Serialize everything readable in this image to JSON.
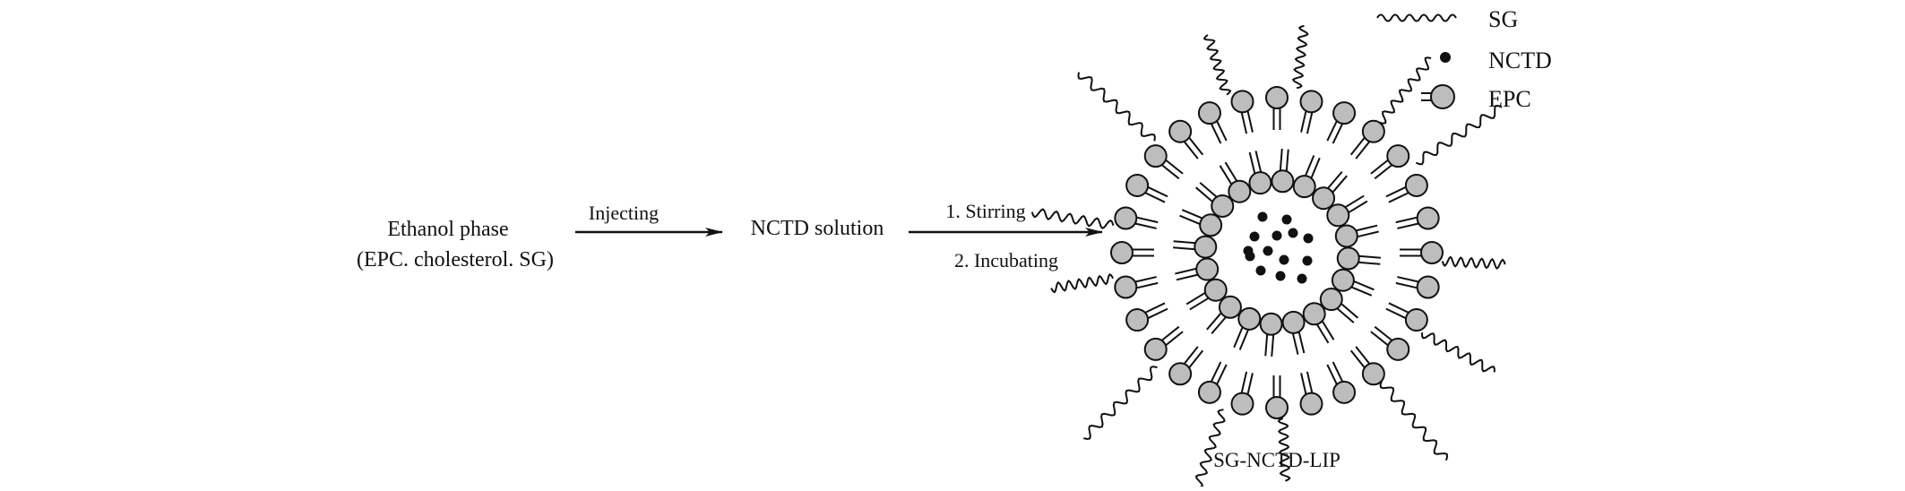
{
  "steps": {
    "start_line1": "Ethanol phase",
    "start_line2": "(EPC. cholesterol. SG)",
    "arrow1_label": "Injecting",
    "middle": "NCTD solution",
    "arrow2_label_top": "1. Stirring",
    "arrow2_label_bottom": "2. Incubating",
    "product": "SG-NCTD-LIP"
  },
  "legend": [
    {
      "icon": "wavy-line-icon",
      "label": "SG"
    },
    {
      "icon": "dot-icon",
      "label": "NCTD"
    },
    {
      "icon": "lipid-head-icon",
      "label": "EPC"
    }
  ],
  "colors": {
    "line": "#111111",
    "head_fill": "#bdbdbd",
    "background": "#ffffff"
  }
}
